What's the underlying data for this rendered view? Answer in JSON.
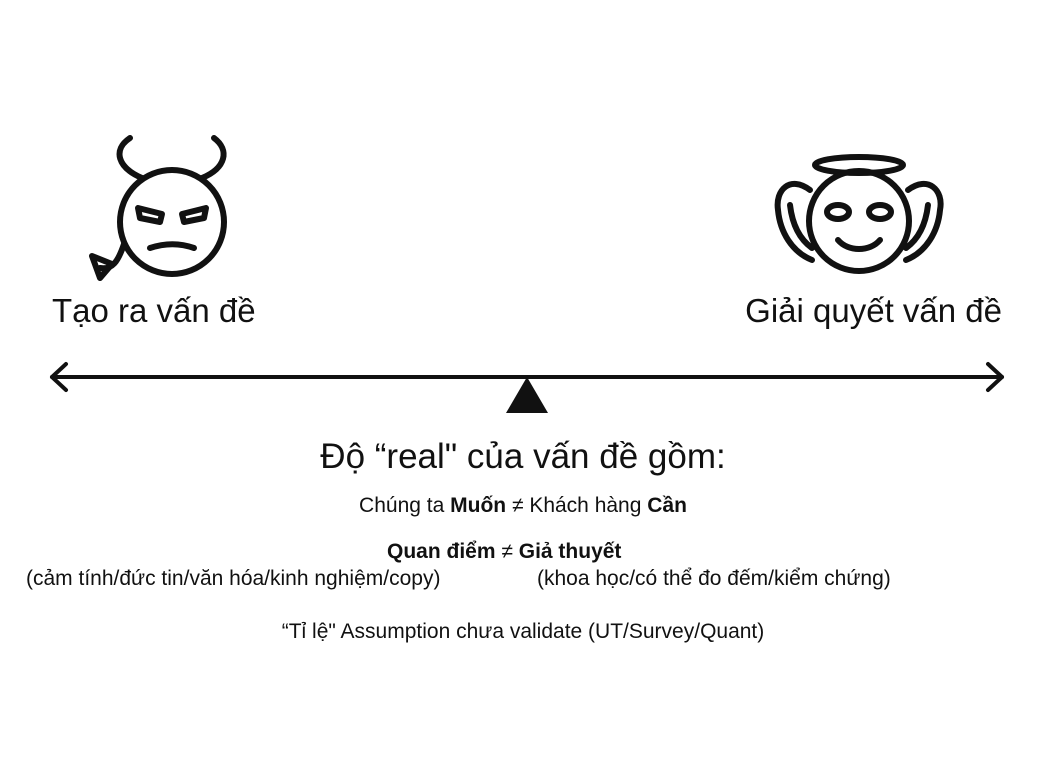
{
  "left": {
    "label": "Tạo ra vấn đề",
    "icon": "devil-face-icon"
  },
  "right": {
    "label": "Giải quyết vấn đề",
    "icon": "angel-face-icon"
  },
  "title": "Độ “real\" của vấn đề gồm:",
  "row1": {
    "a": "Chúng ta ",
    "a_bold": "Muốn",
    "sep": " ≠ ",
    "b": "Khách hàng ",
    "b_bold": "Cần"
  },
  "row2": {
    "a_bold": "Quan điểm",
    "sep": " ≠ ",
    "b_bold": "Giả thuyết"
  },
  "row3": {
    "left": "(cảm tính/đức tin/văn hóa/kinh nghiệm/copy)",
    "right": "(khoa học/có thể đo đếm/kiểm chứng)"
  },
  "row4": "“Tỉ lệ\" Assumption chưa validate (UT/Survey/Quant)",
  "colors": {
    "ink": "#111111",
    "background": "#ffffff"
  }
}
